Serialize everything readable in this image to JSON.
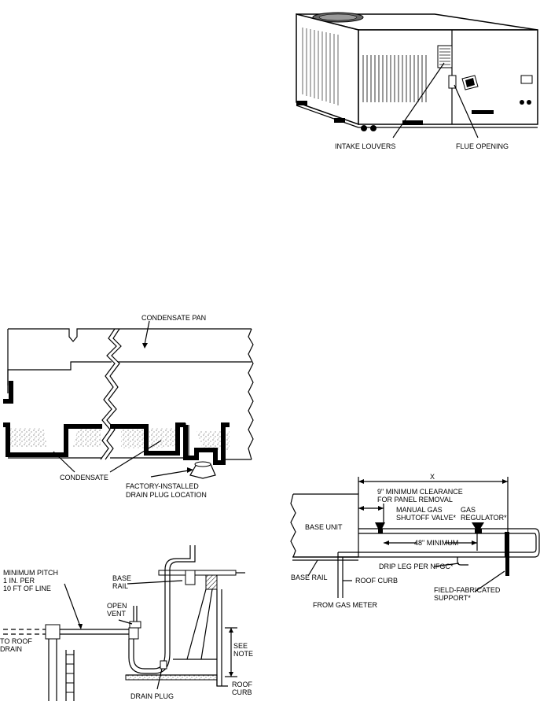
{
  "unit_figure": {
    "labels": {
      "intake": "INTAKE LOUVERS",
      "flue": "FLUE OPENING"
    }
  },
  "pan_figure": {
    "labels": {
      "pan": "CONDENSATE PAN",
      "condensate": "CONDENSATE",
      "plug_line1": "FACTORY-INSTALLED",
      "plug_line2": "DRAIN PLUG LOCATION"
    }
  },
  "drain_figure": {
    "labels": {
      "pitch_line1": "MINIMUM PITCH",
      "pitch_line2": "1 IN. PER",
      "pitch_line3": "10 FT  OF LINE",
      "base_rail_line1": "BASE",
      "base_rail_line2": "RAIL",
      "vent_line1": "OPEN",
      "vent_line2": "VENT",
      "to_roof_line1": "TO ROOF",
      "to_roof_line2": "DRAIN",
      "see_note_line1": "SEE",
      "see_note_line2": "NOTE",
      "curb_line1": "ROOF",
      "curb_line2": "CURB",
      "plug": "DRAIN PLUG"
    }
  },
  "gas_figure": {
    "labels": {
      "x": "X",
      "clearance_line1": "9\" MINIMUM CLEARANCE",
      "clearance_line2": "FOR PANEL REMOVAL",
      "valve_line1": "MANUAL GAS",
      "valve_line2": "SHUTOFF VALVE*",
      "regulator_line1": "GAS",
      "regulator_line2": "REGULATOR*",
      "base_unit": "BASE UNIT",
      "minimum": "48\" MINIMUM",
      "drip_leg": "DRIP LEG PER NFGC*",
      "base_rail": "BASE RAIL",
      "roof_curb": "ROOF CURB",
      "gas_meter": "FROM GAS METER",
      "support_line1": "FIELD-FABRICATED",
      "support_line2": "SUPPORT*"
    }
  }
}
